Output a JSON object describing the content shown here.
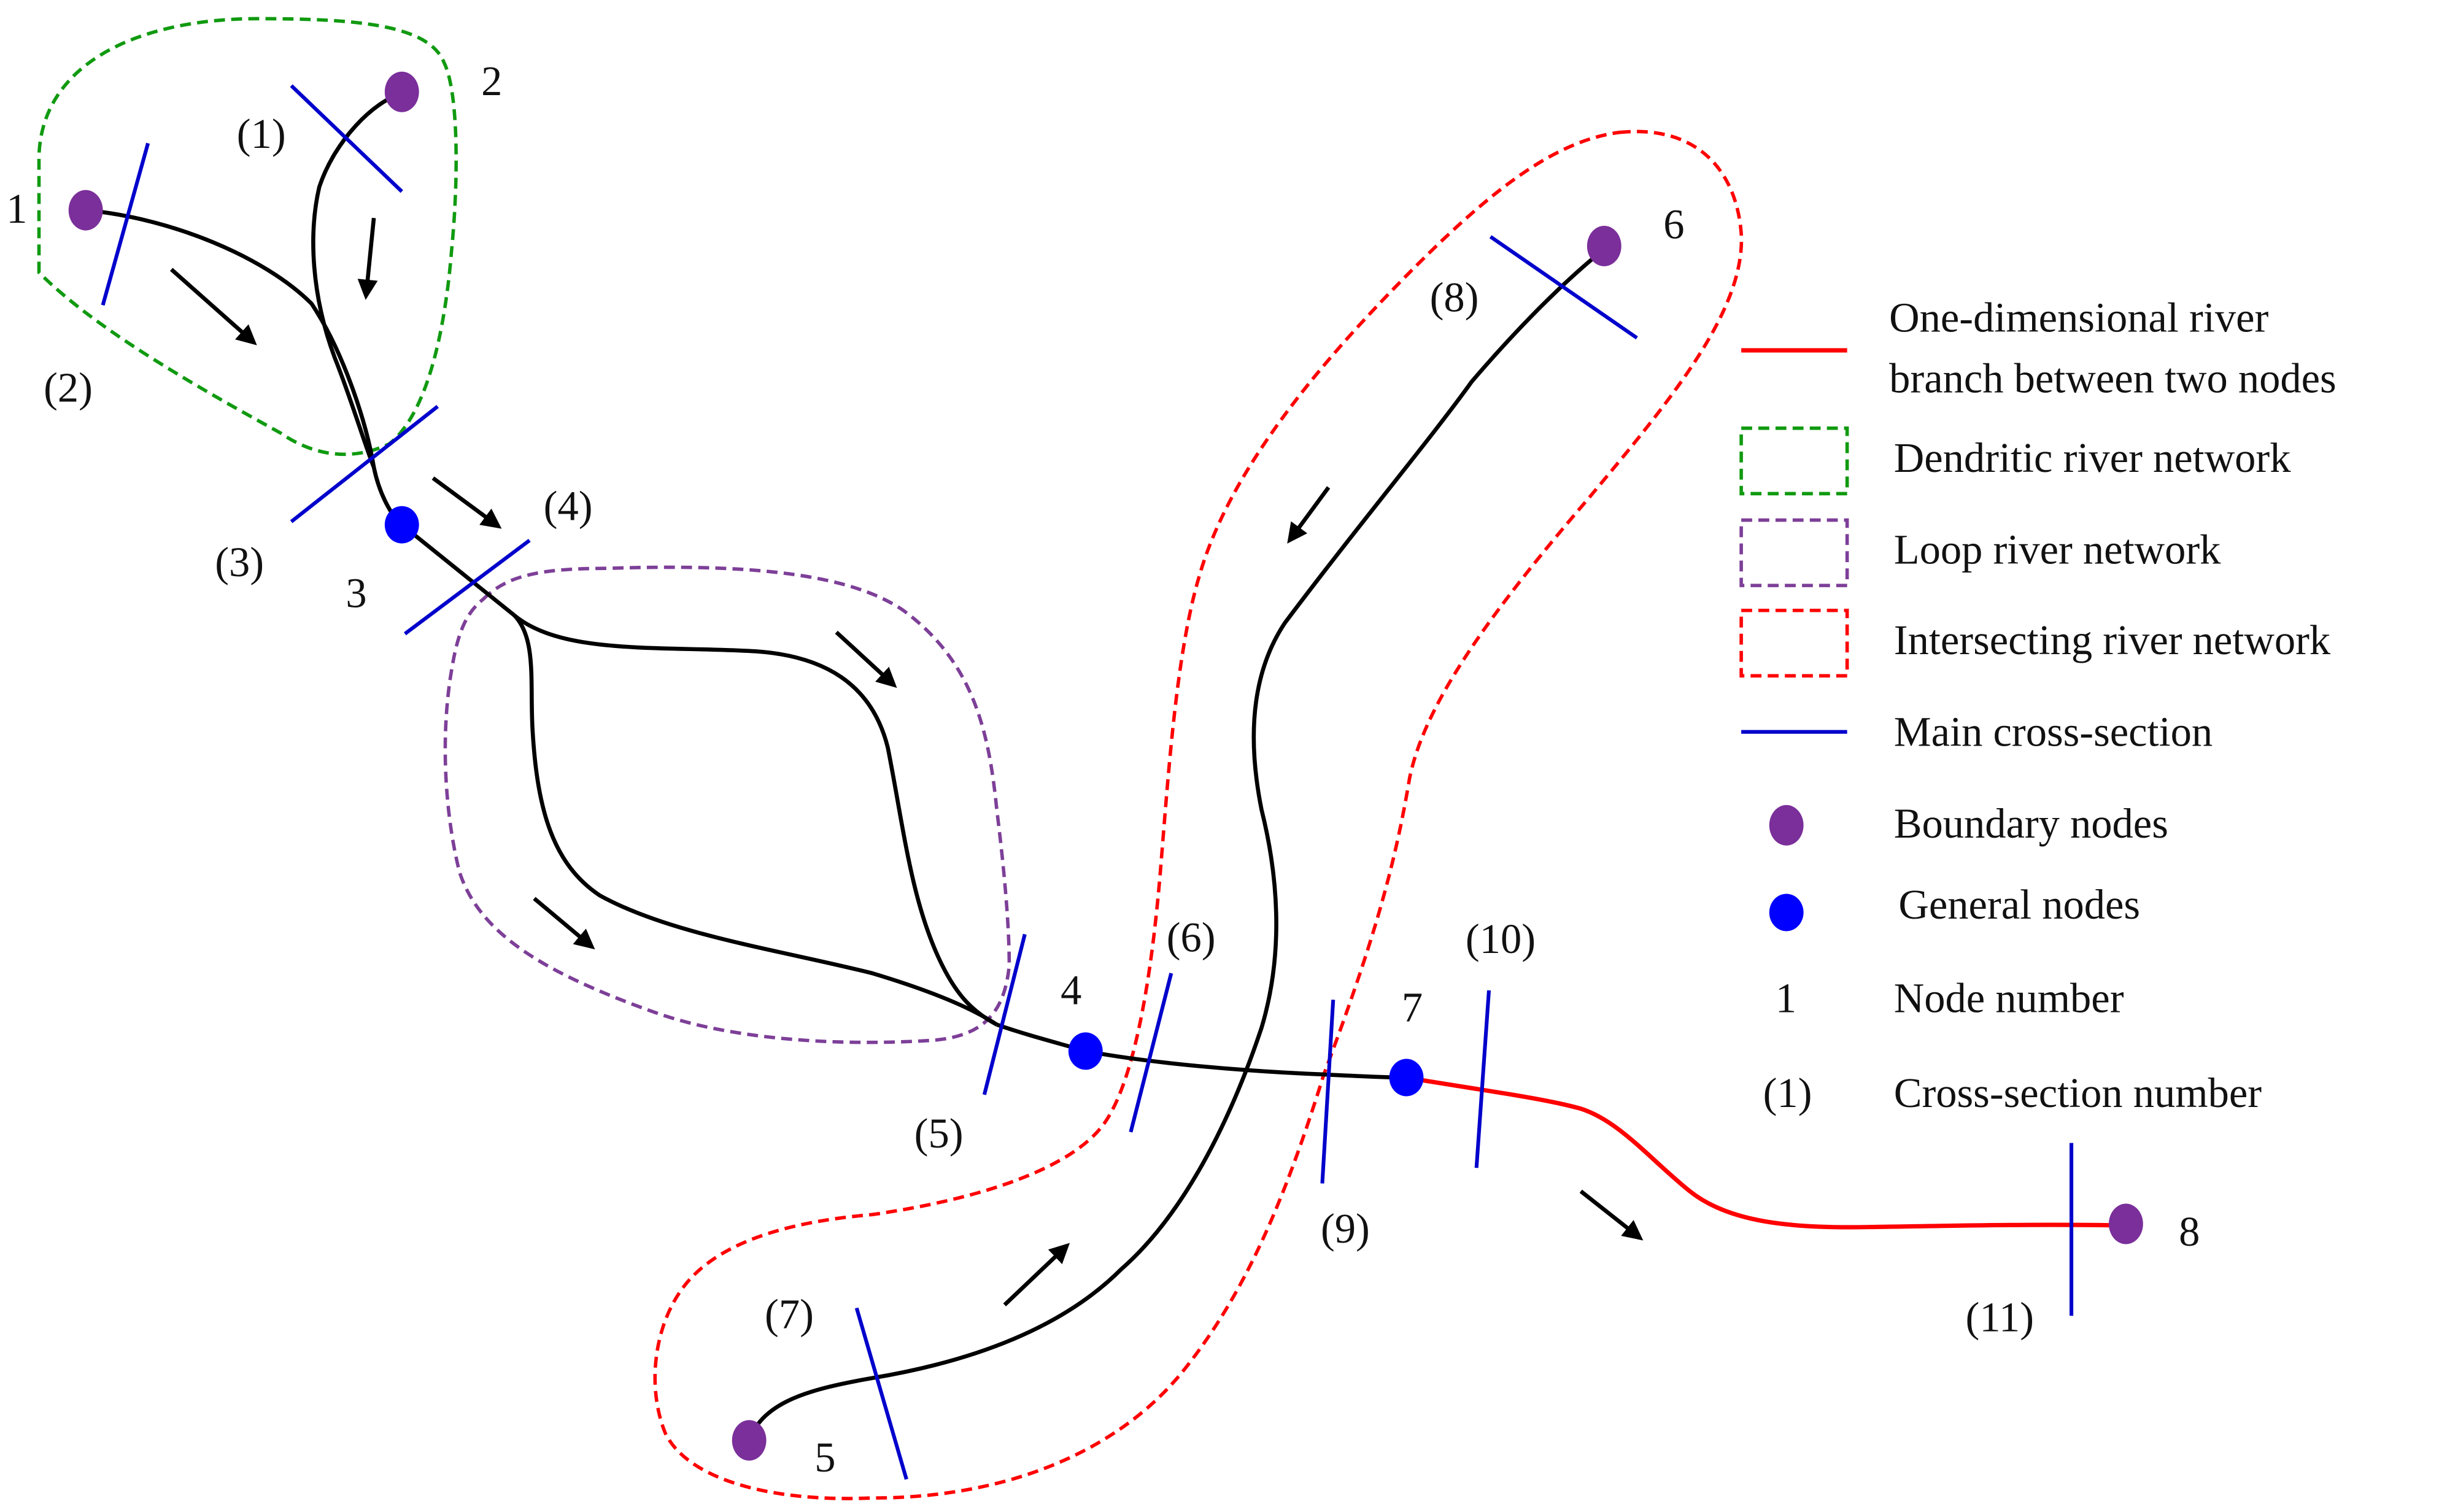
{
  "colors": {
    "river": "#000000",
    "red_branch": "#ff0000",
    "dendritic": "#109a10",
    "loop": "#7d3f98",
    "intersecting": "#ff0000",
    "cross_section": "#0000cc",
    "boundary_node": "#7a2f9a",
    "general_node": "#0000ff",
    "arrow": "#000000"
  },
  "nodes": [
    {
      "number": "1",
      "type": "boundary"
    },
    {
      "number": "2",
      "type": "boundary"
    },
    {
      "number": "3",
      "type": "general"
    },
    {
      "number": "4",
      "type": "general"
    },
    {
      "number": "5",
      "type": "boundary"
    },
    {
      "number": "6",
      "type": "boundary"
    },
    {
      "number": "7",
      "type": "general"
    },
    {
      "number": "8",
      "type": "boundary"
    }
  ],
  "cross_sections": [
    "(1)",
    "(2)",
    "(3)",
    "(4)",
    "(5)",
    "(6)",
    "(7)",
    "(8)",
    "(9)",
    "(10)",
    "(11)"
  ],
  "legend": {
    "branch_line1": "One-dimensional river",
    "branch_line2": "branch between two nodes",
    "dendritic": "Dendritic river network",
    "loop": "Loop river network",
    "intersecting": "Intersecting river network",
    "cross_section": "Main cross-section",
    "boundary_nodes": "Boundary nodes",
    "general_nodes": "General nodes",
    "node_number_sample": "1",
    "node_number": "Node number",
    "cross_section_sample": "(1)",
    "cross_section_number": "Cross-section number"
  }
}
